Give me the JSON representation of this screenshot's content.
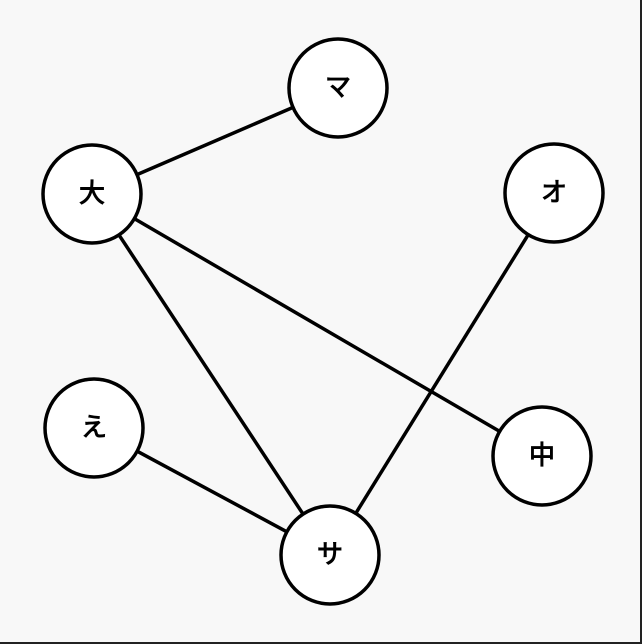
{
  "graph": {
    "nodes": [
      {
        "id": "ma",
        "label": "マ"
      },
      {
        "id": "dai",
        "label": "大"
      },
      {
        "id": "o",
        "label": "オ"
      },
      {
        "id": "e",
        "label": "え"
      },
      {
        "id": "chu",
        "label": "中"
      },
      {
        "id": "sa",
        "label": "サ"
      }
    ],
    "edges": [
      {
        "from": "dai",
        "to": "ma"
      },
      {
        "from": "dai",
        "to": "chu"
      },
      {
        "from": "dai",
        "to": "sa"
      },
      {
        "from": "o",
        "to": "sa"
      },
      {
        "from": "e",
        "to": "sa"
      }
    ]
  },
  "colors": {
    "background": "#f8f8f8",
    "node_fill": "#ffffff",
    "stroke": "#000000",
    "text": "#000000"
  }
}
